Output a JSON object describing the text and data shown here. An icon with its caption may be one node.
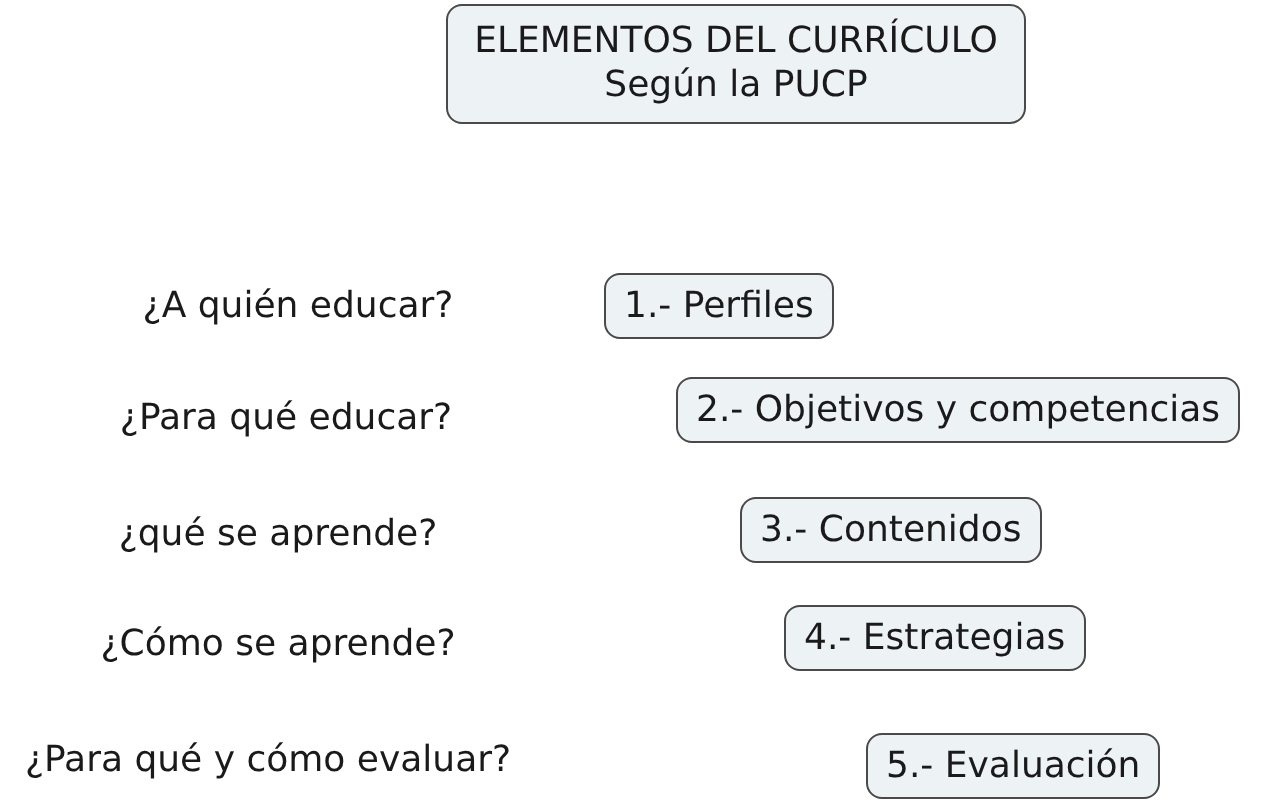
{
  "diagram": {
    "nodes": [
      {
        "text": [
          "ELEMENTOS DEL CURRÍCULO Según la PUCP"
        ]
      },
      {
        "text": [
          "1.- Perfiles"
        ]
      },
      {
        "text": [
          "2.- Objetivos y competencias"
        ]
      },
      {
        "text": [
          "3.- Contenidos"
        ]
      },
      {
        "text": [
          "4.- Estrategias"
        ]
      },
      {
        "text": [
          "5.- Evaluación"
        ]
      }
    ],
    "labels": [
      "¿A quién educar?",
      "¿Para qué educar?",
      "¿qué se aprende?",
      "¿Cómo se aprende?",
      "¿Para qué y cómo evaluar?"
    ]
  }
}
